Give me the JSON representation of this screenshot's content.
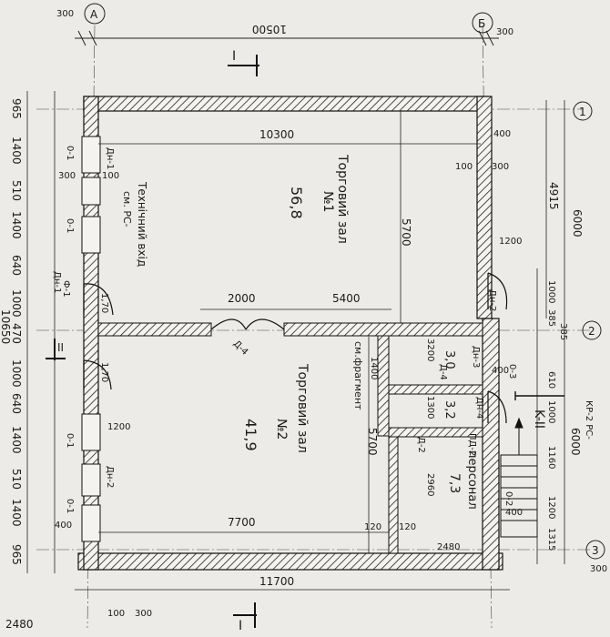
{
  "axes": {
    "a": "А",
    "b": "Б",
    "one": "1",
    "two": "2",
    "three": "3"
  },
  "sections": {
    "s1_top": "I",
    "s1_bottom": "I",
    "s2_left": "II",
    "s2_right": "II"
  },
  "dims": {
    "top_total": "10500",
    "top_left_300": "300",
    "top_right_300": "300",
    "inner_10300": "10300",
    "inner_5700": "5700",
    "inner_5700_lower": "5700",
    "inner_5400": "5400",
    "inner_2000": "2000",
    "bottom_inner_7700": "7700",
    "bottom_total_11700": "11700",
    "bottom_100": "100",
    "bottom_300": "300",
    "bottom_2480": "2480",
    "right_6000": "6000",
    "right_4915": "4915",
    "right_1000": "1000",
    "right_385a": "385",
    "right_385b": "385",
    "right_610": "610",
    "right_1000b": "1000",
    "right_1160": "1160",
    "right_1200": "1200",
    "right_1315": "1315",
    "right_300": "300",
    "right_6000b": "6000",
    "right_kr": "КР-2  РС-",
    "left_965a": "965",
    "left_1400a": "1400",
    "left_510": "510",
    "left_1400b": "1400",
    "left_640a": "640",
    "left_1000": "1000",
    "left_470": "470",
    "left_1000b": "1000",
    "left_640b": "640",
    "left_1400c": "1400",
    "left_510b": "510",
    "left_1400d": "1400",
    "left_965b": "965",
    "left_10650": "10650",
    "w100a": "100",
    "w300a": "300",
    "w100b": "100",
    "w300b": "300",
    "w400a": "400",
    "w400b": "400",
    "w400c": "400",
    "w400d": "400",
    "w120a": "120",
    "w120b": "120",
    "w1200": "1200",
    "w1200b": "1200",
    "r_1400": "1400",
    "r_3200": "3200",
    "r_1300": "1300",
    "r_2960": "2960",
    "r_2480": "2480"
  },
  "rooms": {
    "r1_name": "Торговий зал",
    "r1_num": "№1",
    "r1_area": "56,8",
    "r2_name": "Торговий зал",
    "r2_num": "№2",
    "r2_area": "41,9",
    "r3_num": "3,0",
    "r4_num": "3,2",
    "r5_name": "персонал",
    "r5_area": "7,3",
    "entrance": "Технічний вхід",
    "sm": "см. РС-",
    "note_fund": "см.фрагмент"
  },
  "marks": {
    "d1": "Дн-1",
    "d2": "Дн-2",
    "d3": "Дн-3",
    "d4": "Дн-4",
    "d2b": "Дн-2",
    "d1b": "Дн-1",
    "f1": "Ф-1",
    "o1a": "0-1",
    "o1b": "0-1",
    "o1c": "0-1",
    "o1d": "0-1",
    "o2": "0-2",
    "o3": "0-3",
    "m170a": "1,70",
    "m170b": "1,70",
    "pd2": "ПД-2",
    "d4b": "Д-4",
    "d4c": "Д-4",
    "d2c": "Д-2",
    "kii": "K-II"
  }
}
